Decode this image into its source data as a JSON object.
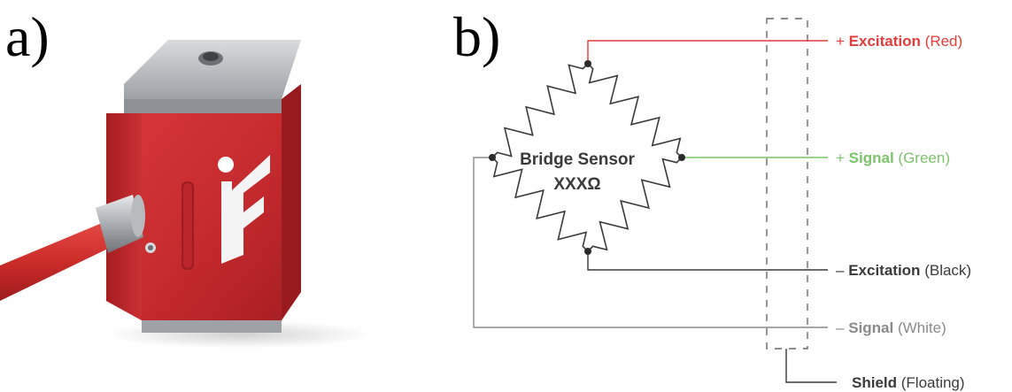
{
  "panels": {
    "a": {
      "label": "a)"
    },
    "b": {
      "label": "b)"
    }
  },
  "sensor_logo": "F",
  "bridge": {
    "name": "Bridge Sensor",
    "resistance": "XXXΩ"
  },
  "wires": [
    {
      "sign": "+",
      "name": "Excitation",
      "color_name": "(Red)",
      "color": "#e23b3b"
    },
    {
      "sign": "+",
      "name": "Signal",
      "color_name": "(Green)",
      "color": "#7cc36b"
    },
    {
      "sign": "–",
      "name": "Excitation",
      "color_name": "(Black)",
      "color": "#3a3a3a"
    },
    {
      "sign": "–",
      "name": "Signal",
      "color_name": "(White)",
      "color": "#8a8a8a"
    },
    {
      "sign": "",
      "name": "Shield",
      "color_name": "(Floating)",
      "color": "#3a3a3a"
    }
  ],
  "colors": {
    "sensor_body": "#c8282c",
    "cable": "#d2302e",
    "metal": "#b9bcbf"
  }
}
